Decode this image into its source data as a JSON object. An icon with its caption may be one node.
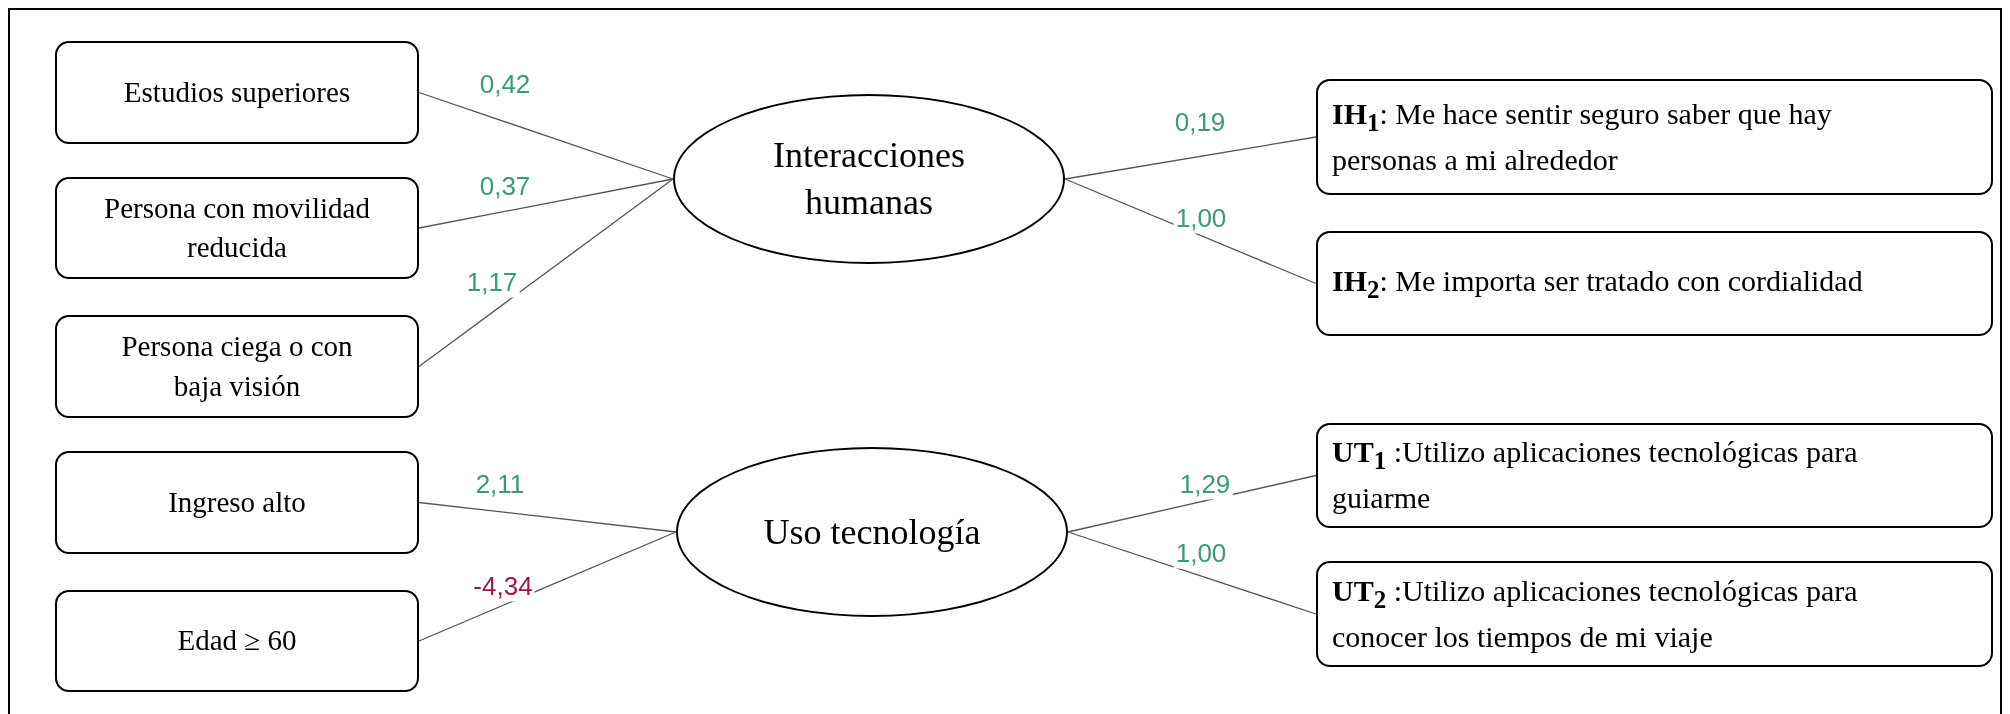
{
  "diagram": {
    "nodes": [
      {
        "text": [
          "Estudios superiores"
        ]
      },
      {
        "text": [
          "Persona con movilidad reducida"
        ]
      },
      {
        "text": [
          "Persona ciega o con baja visión"
        ]
      },
      {
        "text": [
          "Interacciones humanas"
        ]
      },
      {
        "text": [
          "**IH$_{1}$**: Me hace sentir seguro saber que hay personas a mi alrededor"
        ]
      },
      {
        "text": [
          "**IH$_{2}$**: Me importa ser tratado con cordialidad"
        ]
      },
      {
        "text": [
          "Ingreso alto"
        ]
      },
      {
        "text": [
          "Edad ≥ 60"
        ]
      },
      {
        "text": [
          "Uso tecnología"
        ]
      },
      {
        "text": [
          "**UT$_{1}$** :Utilizo aplicaciones tecnológicas para guiarme"
        ]
      },
      {
        "text": [
          "**UT$_{2}$** :Utilizo aplicaciones tecnológicas para conocer los tiempos de mi viaje"
        ]
      }
    ],
    "edges": [
      {
        "from": 0,
        "to": 3,
        "arrow": "none",
        "label": "0,42"
      },
      {
        "from": 1,
        "to": 3,
        "arrow": "none",
        "label": "0,37"
      },
      {
        "from": 2,
        "to": 3,
        "arrow": "none",
        "label": "1,17"
      },
      {
        "from": 3,
        "to": 4,
        "arrow": "none",
        "label": "0,19"
      },
      {
        "from": 3,
        "to": 5,
        "arrow": "none",
        "label": "1,00"
      },
      {
        "from": 6,
        "to": 8,
        "arrow": "none",
        "label": "2,11"
      },
      {
        "from": 7,
        "to": 8,
        "arrow": "none",
        "label": "-4,34"
      },
      {
        "from": 8,
        "to": 9,
        "arrow": "none",
        "label": "1,29"
      },
      {
        "from": 8,
        "to": 10,
        "arrow": "none",
        "label": "1,00"
      }
    ]
  }
}
